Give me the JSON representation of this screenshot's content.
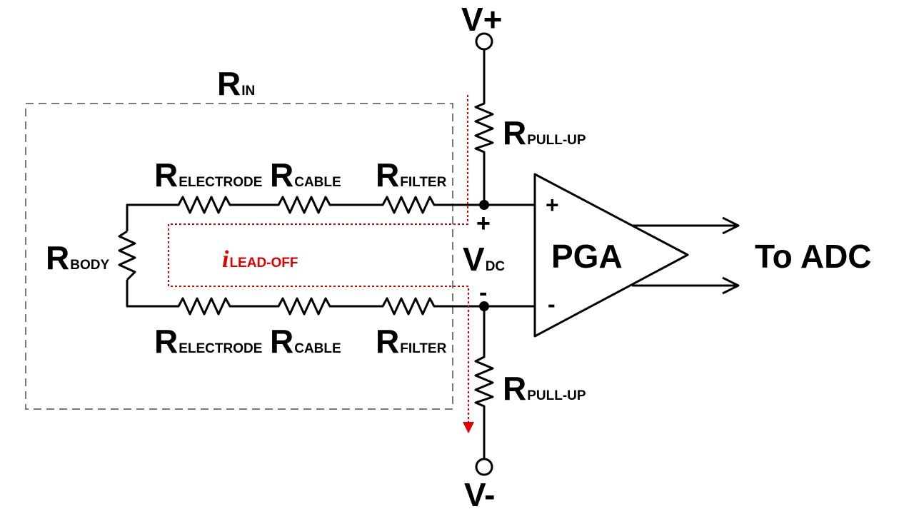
{
  "supplies": {
    "top": {
      "main": "V+"
    },
    "bottom": {
      "main": "V-"
    }
  },
  "labels": {
    "r_in": {
      "main": "R",
      "sub": "IN"
    },
    "r_pull_up_top": {
      "main": "R",
      "sub": "PULL-UP"
    },
    "r_pull_up_bottom": {
      "main": "R",
      "sub": "PULL-UP"
    },
    "r_electrode_top": {
      "main": "R",
      "sub": "ELECTRODE"
    },
    "r_cable_top": {
      "main": "R",
      "sub": "CABLE"
    },
    "r_filter_top": {
      "main": "R",
      "sub": "FILTER"
    },
    "r_electrode_bottom": {
      "main": "R",
      "sub": "ELECTRODE"
    },
    "r_cable_bottom": {
      "main": "R",
      "sub": "CABLE"
    },
    "r_filter_bottom": {
      "main": "R",
      "sub": "FILTER"
    },
    "r_body": {
      "main": "R",
      "sub": "BODY"
    },
    "v_dc": {
      "main": "V",
      "sub": "DC"
    },
    "i_lead_off": {
      "main": "i",
      "sub": "LEAD-OFF"
    }
  },
  "vdc_plus": "+",
  "vdc_minus": "-",
  "pga": {
    "label": "PGA",
    "plus": "+",
    "minus": "-"
  },
  "output_label": "To ADC",
  "colors": {
    "wire": "#000000",
    "current_path": "#e00000",
    "box": "#7a7a7a"
  }
}
